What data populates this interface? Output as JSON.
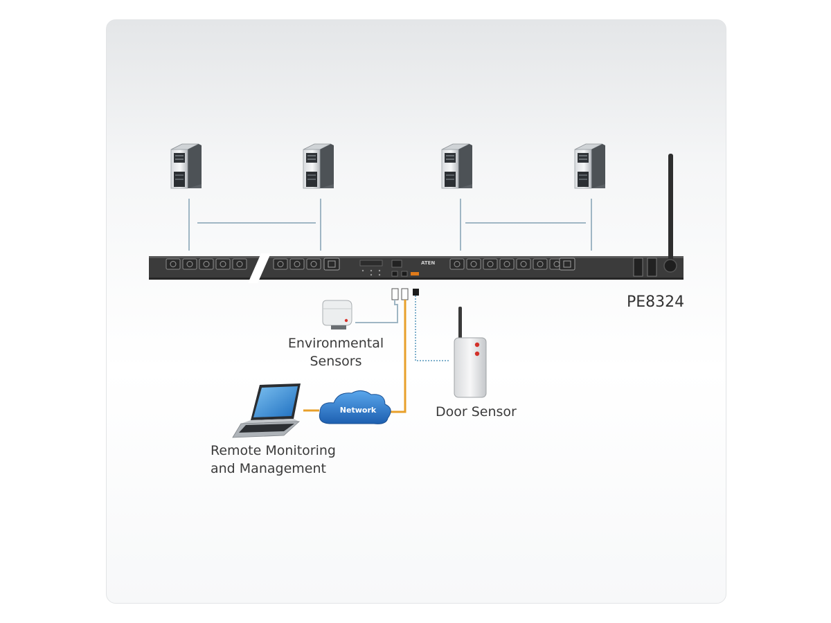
{
  "diagram": {
    "model_label": "PE8324",
    "brand_mark": "ATEN",
    "network_label": "Network",
    "env_sensors_label": [
      "Environmental",
      "Sensors"
    ],
    "door_sensor_label": "Door Sensor",
    "remote_label": [
      "Remote Monitoring",
      "and Management"
    ],
    "colors": {
      "pdu_body": "#3b3b3b",
      "server_link": "#9fb6c4",
      "network_link": "#e8a02a",
      "cloud": "#2f7fd0",
      "label_text": "#3a3a3a"
    }
  }
}
